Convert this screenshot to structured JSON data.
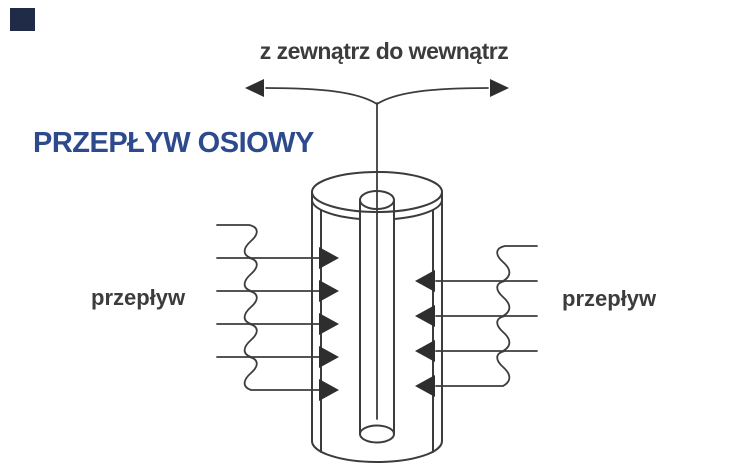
{
  "page": {
    "background": "#ffffff"
  },
  "title": {
    "text": "PRZEPŁYW OSIOWY",
    "color": "#2d4a8c"
  },
  "top_label": {
    "text": "z zewnątrz do wewnątrz",
    "color": "#3c3c3c"
  },
  "left_label": {
    "text": "przepływ"
  },
  "right_label": {
    "text": "przepływ"
  },
  "diagram": {
    "type": "axial-flow-filter-cartridge-cutaway",
    "line_color": "#3c3c3c",
    "arrowhead_color": "#2e2e2e",
    "corner_square_color": "#1f2b47",
    "left_inflow_arrow_count": 5,
    "right_inflow_arrow_count": 4,
    "flow_direction": "outside-in, axial down the core"
  }
}
